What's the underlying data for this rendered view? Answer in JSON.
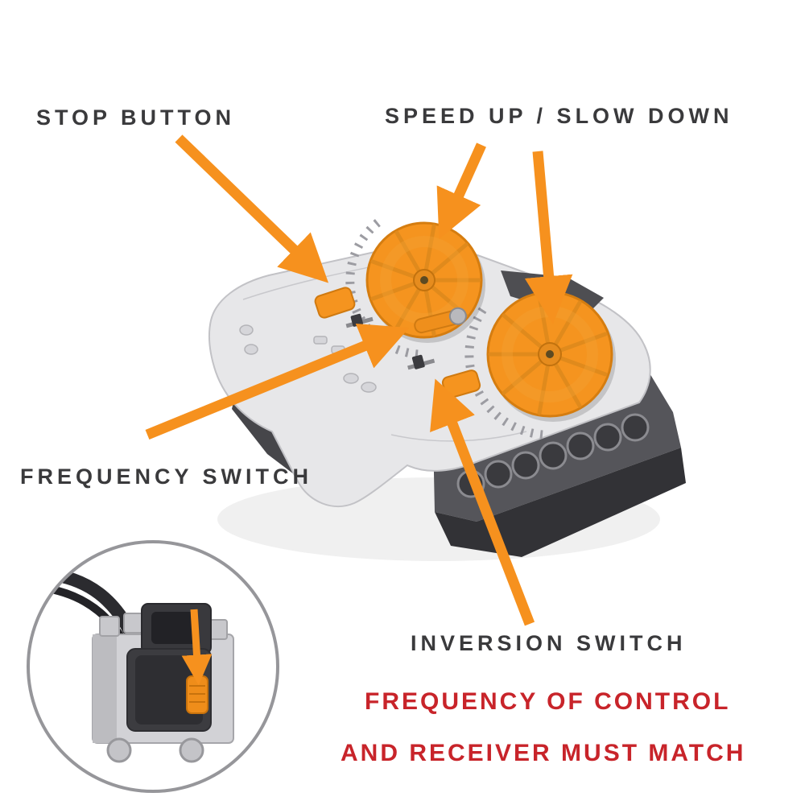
{
  "labels": {
    "stop_button": "STOP BUTTON",
    "speed": "SPEED UP / SLOW DOWN",
    "frequency_switch": "FREQUENCY SWITCH",
    "inversion_switch": "INVERSION SWITCH"
  },
  "warning": {
    "line1": "FREQUENCY OF CONTROL",
    "line2": "AND RECEIVER MUST MATCH"
  },
  "colors": {
    "arrow_orange": "#f6911e",
    "label_gray": "#3a3a3c",
    "warning_red": "#c8242a",
    "device_light": "#e7e7e9",
    "device_mid": "#c6c6ca",
    "device_dark": "#4a4a4e",
    "knob_orange": "#f5941f",
    "background": "#ffffff"
  }
}
